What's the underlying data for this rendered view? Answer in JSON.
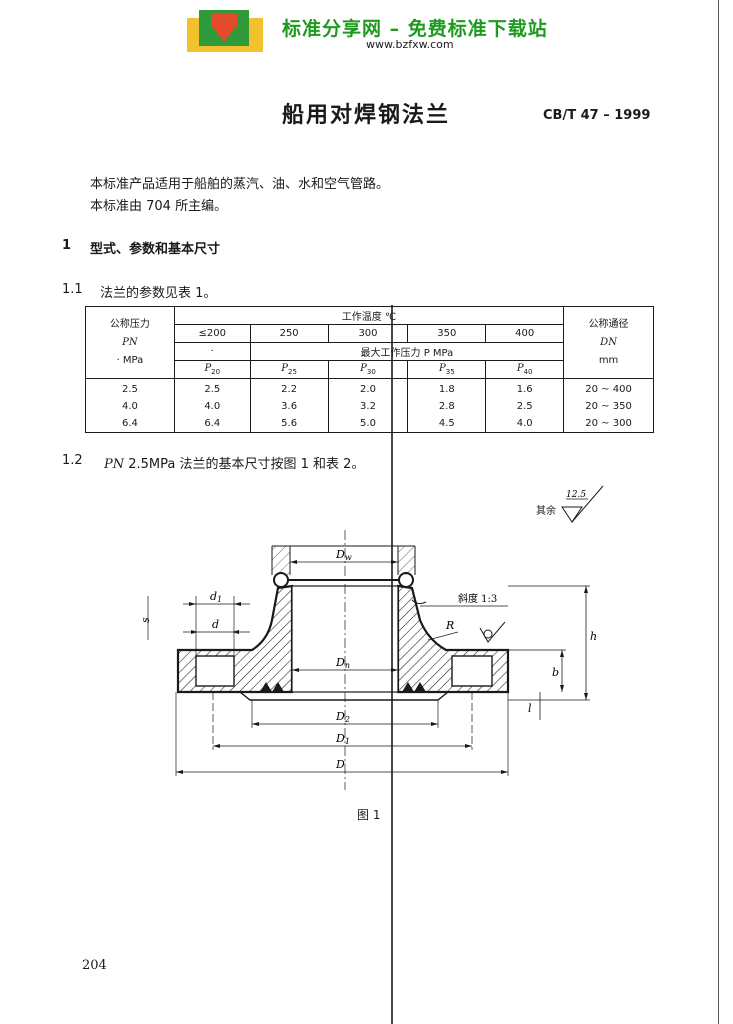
{
  "banner": {
    "title": "标准分享网 – 免费标准下载站",
    "url": "www.bzfxw.com"
  },
  "header": {
    "title": "船用对焊钢法兰",
    "standard_no": "CB/T 47 – 1999"
  },
  "intro": {
    "line1": "本标准产品适用于船舶的蒸汽、油、水和空气管路。",
    "line2": "本标准由 704 所主编。"
  },
  "section1": {
    "num": "1",
    "title": "型式、参数和基本尺寸"
  },
  "section1_1": {
    "num": "1.1",
    "text": "法兰的参数见表 1。"
  },
  "table1": {
    "col_pn_line1": "公称压力",
    "col_pn_line2": "PN",
    "col_pn_line3": "· MPa",
    "work_temp": "工作温度   ℃",
    "temps": [
      "≤200",
      "250",
      "300",
      "350",
      "400"
    ],
    "dn_line1": "公称通径",
    "dn_line2": "DN",
    "dn_line3": "mm",
    "max_pressure": "最大工作压力    P         MPa",
    "max_pressure_left": "·",
    "p_labels": [
      "P",
      "P",
      "P",
      "P",
      "P"
    ],
    "p_subs": [
      "20",
      "25",
      "30",
      "35",
      "40"
    ],
    "pn_values": [
      "2.5",
      "4.0",
      "6.4"
    ],
    "rows": [
      [
        "2.5",
        "2.2",
        "2.0",
        "1.8",
        "1.6"
      ],
      [
        "4.0",
        "3.6",
        "3.2",
        "2.8",
        "2.5"
      ],
      [
        "6.4",
        "5.6",
        "5.0",
        "4.5",
        "4.0"
      ]
    ],
    "dn_ranges": [
      "20 ~ 400",
      "20 ~ 350",
      "20 ~ 300"
    ]
  },
  "section1_2": {
    "num": "1.2",
    "pn": "PN",
    "text": " 2.5MPa 法兰的基本尺寸按图 1 和表 2。"
  },
  "figure": {
    "rough_label": "其余",
    "rough_value": "12.5",
    "taper": "斜度 1:3",
    "dims": {
      "Dw": "D",
      "Dw_sub": "w",
      "Dn": "D",
      "Dn_sub": "n",
      "D2": "D",
      "D2_sub": "2",
      "D1": "D",
      "D1_sub": "1",
      "D": "D",
      "d1": "d",
      "d1_sub": "1",
      "d": "d",
      "R": "R",
      "h": "h",
      "b": "b",
      "l": "l",
      "s": "s"
    },
    "caption": "图 1"
  },
  "page_number": "204"
}
